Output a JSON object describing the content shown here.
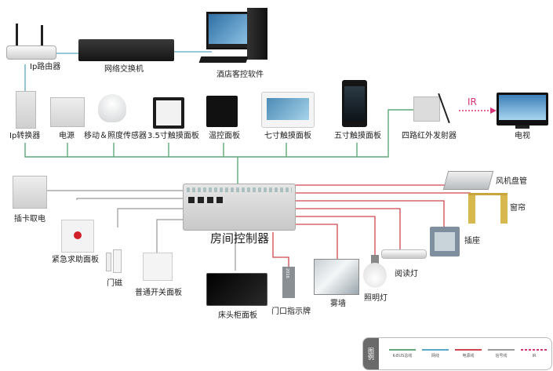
{
  "diagram": {
    "title": "房间控制器",
    "colors": {
      "bus": "#5fa97a",
      "network": "#5aa7c7",
      "power": "#d0464f",
      "signal": "#9a9a9a",
      "ir": "#d6337a"
    },
    "network_devices": [
      {
        "id": "router",
        "label": "Ip路由器"
      },
      {
        "id": "switch",
        "label": "网络交换机"
      },
      {
        "id": "pc",
        "label": "酒店客控软件"
      }
    ],
    "bus_devices": [
      {
        "id": "ip-gateway",
        "label": "Ip转换器"
      },
      {
        "id": "power-supply",
        "label": "电源"
      },
      {
        "id": "motion-sensor",
        "label": "移动＆照度传感器"
      },
      {
        "id": "touch-35",
        "label": "3.5寸触摸面板"
      },
      {
        "id": "thermostat",
        "label": "温控面板"
      },
      {
        "id": "touch-7",
        "label": "七寸触摸面板"
      },
      {
        "id": "touch-5",
        "label": "五寸触摸面板"
      },
      {
        "id": "ir-emitter",
        "label": "四路红外发射器"
      }
    ],
    "ir_target": {
      "id": "tv",
      "label": "电视",
      "ir_text": "IR"
    },
    "signal_devices": [
      {
        "id": "card-switch",
        "label": "插卡取电"
      },
      {
        "id": "emergency",
        "label": "紧急求助面板"
      },
      {
        "id": "door-contact",
        "label": "门磁"
      },
      {
        "id": "wall-switch",
        "label": "普通开关面板"
      },
      {
        "id": "bedside-panel",
        "label": "床头柜面板"
      }
    ],
    "power_devices": [
      {
        "id": "fan-coil",
        "label": "风机盘管"
      },
      {
        "id": "curtain",
        "label": "窗帘"
      },
      {
        "id": "socket",
        "label": "插座"
      },
      {
        "id": "reading-lamp",
        "label": "阅读灯"
      },
      {
        "id": "bulb",
        "label": "照明灯"
      },
      {
        "id": "fog-glass",
        "label": "雾墙"
      },
      {
        "id": "door-sign",
        "label": "门口指示牌",
        "digits": "2016"
      }
    ],
    "legend": {
      "title": "图例",
      "items": [
        {
          "key": "bus",
          "label": "K-BUS总线"
        },
        {
          "key": "network",
          "label": "网线"
        },
        {
          "key": "power",
          "label": "电源线"
        },
        {
          "key": "signal",
          "label": "信号线"
        },
        {
          "key": "ir",
          "label": "IR"
        }
      ]
    }
  }
}
